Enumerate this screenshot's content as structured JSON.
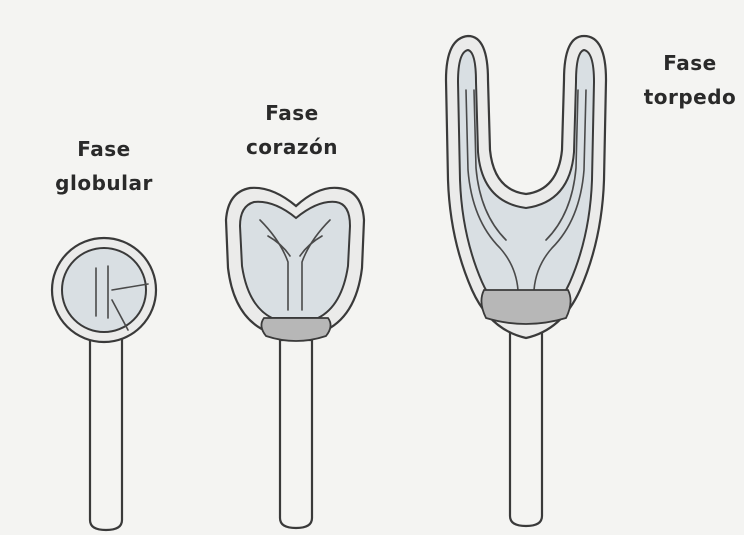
{
  "stages": [
    {
      "id": "globular",
      "label_line1": "Fase",
      "label_line2": "globular"
    },
    {
      "id": "corazon",
      "label_line1": "Fase",
      "label_line2": "corazón"
    },
    {
      "id": "torpedo",
      "label_line1": "Fase",
      "label_line2": "torpedo"
    }
  ]
}
